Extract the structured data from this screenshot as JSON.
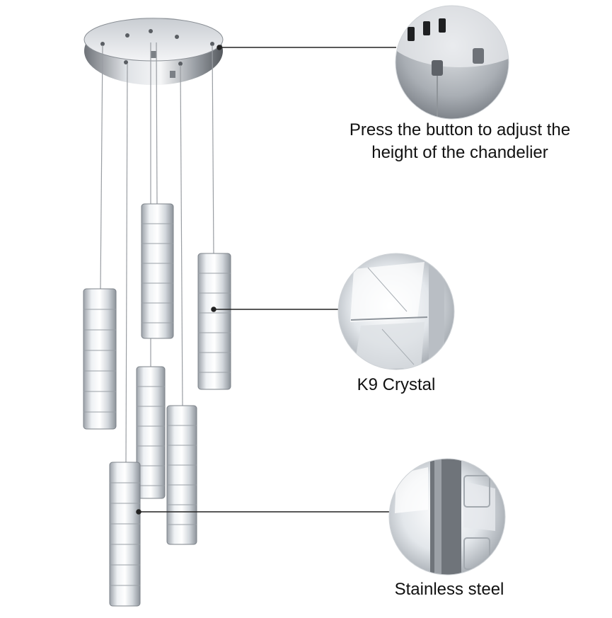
{
  "callouts": [
    {
      "id": "button",
      "lines": [
        "Press the button to adjust the",
        "height of the chandelier"
      ]
    },
    {
      "id": "crystal",
      "lines": [
        "K9 Crystal"
      ]
    },
    {
      "id": "steel",
      "lines": [
        "Stainless steel"
      ]
    }
  ],
  "colors": {
    "background": "#ffffff",
    "chrome_light": "#eef0f2",
    "chrome_dark": "#5a5e63",
    "crystal_light": "#f4f6f8",
    "crystal_mid": "#c9ced4",
    "leader_line": "#222222",
    "text": "#111111"
  }
}
